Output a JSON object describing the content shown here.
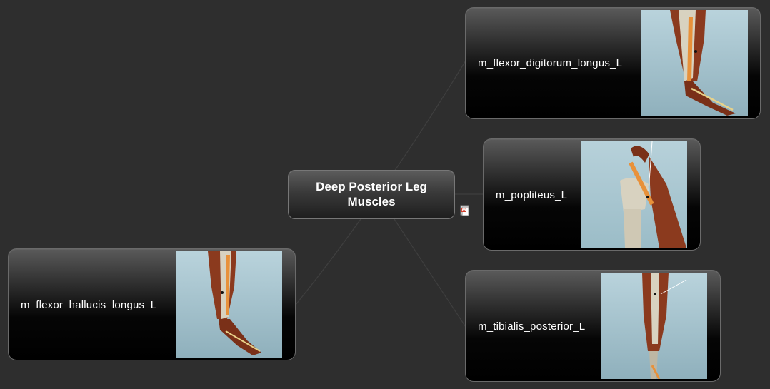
{
  "central_topic": {
    "line1": "Deep Posterior Leg",
    "line2": "Muscles"
  },
  "topics": {
    "flexor_digitorum": {
      "label": "m_flexor_digitorum_longus_L"
    },
    "popliteus": {
      "label": "m_popliteus_L"
    },
    "tibialis_posterior": {
      "label": "m_tibialis_posterior_L"
    },
    "flexor_hallucis": {
      "label": "m_flexor_hallucis_longus_L"
    }
  },
  "icons": {
    "note": "note-attachment-icon"
  },
  "colors": {
    "background": "#2e2e2e",
    "topic_fill": "#000000",
    "thumb_background": "#a9c5cf",
    "muscle": "#8b3a1e",
    "highlight_muscle": "#e8913a",
    "bone": "#d8d2c0"
  }
}
